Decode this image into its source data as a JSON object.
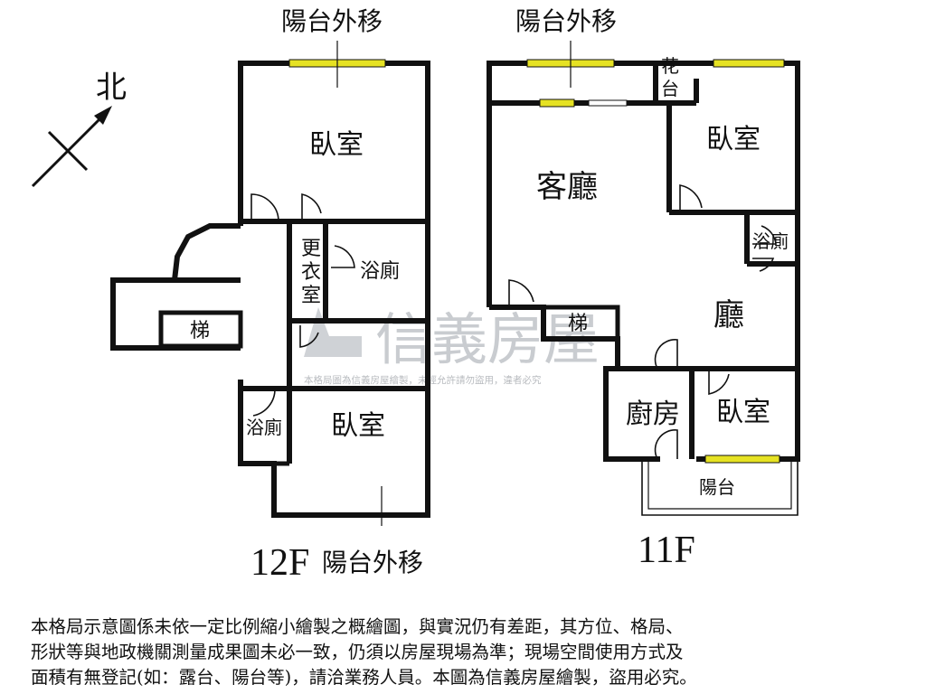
{
  "north_label": "北",
  "floors": {
    "f12": {
      "label": "12F",
      "balcony_top": "陽台外移",
      "balcony_bottom": "陽台外移",
      "bedroom_top": "臥室",
      "bedroom_bottom": "臥室",
      "closet": [
        "更",
        "衣",
        "室"
      ],
      "bath_right": "浴廁",
      "bath_left": "浴廁",
      "stairs": "梯"
    },
    "f11": {
      "label": "11F",
      "balcony_top": "陽台外移",
      "planter": [
        "花",
        "台"
      ],
      "living_room": "客廳",
      "bedroom_ne": "臥室",
      "bath": "浴廁",
      "hall": "廳",
      "stairs": "梯",
      "kitchen": "廚房",
      "bedroom_se": "臥室",
      "balcony": "陽台"
    }
  },
  "watermark": {
    "brand": "信義房屋",
    "notice": "本格局圖為信義房屋繪製，未經允許請勿盜用，違者必究"
  },
  "disclaimer": [
    "本格局示意圖係未依一定比例縮小繪製之概繪圖，與實況仍有差距，其方位、格局、",
    "形狀等與地政機關測量成果圖未必一致，仍須以房屋現場為準；現場空間使用方式及",
    "面積有無登記(如：露台、陽台等)，請洽業務人員。本圖為信義房屋繪製，盜用必究。"
  ],
  "colors": {
    "wall": "#111111",
    "window": "#e6e223",
    "watermark": "#c9ccd0"
  }
}
